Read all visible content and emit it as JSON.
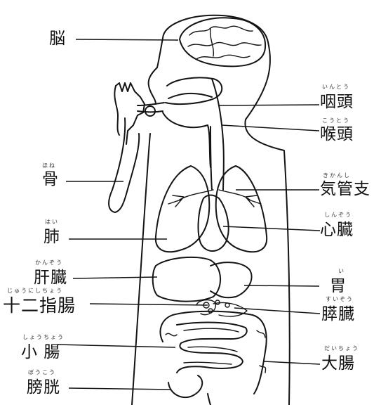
{
  "labels": {
    "nou": {
      "text": "脳"
    },
    "intou": {
      "text": "咽頭",
      "furigana": "いんとう"
    },
    "koutou": {
      "text": "喉頭",
      "furigana": "こうとう"
    },
    "hone": {
      "text": "骨",
      "furigana": "ほね"
    },
    "kikanshi": {
      "text": "気管支",
      "furigana": "きかんし"
    },
    "hai": {
      "text": "肺",
      "furigana": "はい"
    },
    "shinzou": {
      "text": "心臓",
      "furigana": "しんぞう"
    },
    "kanzou": {
      "text": "肝臓",
      "furigana": "かんぞう"
    },
    "i": {
      "text": "胃",
      "furigana": "い"
    },
    "juunishichou": {
      "text": "十二指腸",
      "furigana": "じゅうにしちょう"
    },
    "suizou": {
      "text": "膵臓",
      "furigana": "すいぞう"
    },
    "shouchou": {
      "text": "小 腸",
      "furigana": "しょうちょう"
    },
    "daichou": {
      "text": "大腸",
      "furigana": "だいちょう"
    },
    "boukou": {
      "text": "膀胱",
      "furigana": "ぼうこう"
    }
  }
}
